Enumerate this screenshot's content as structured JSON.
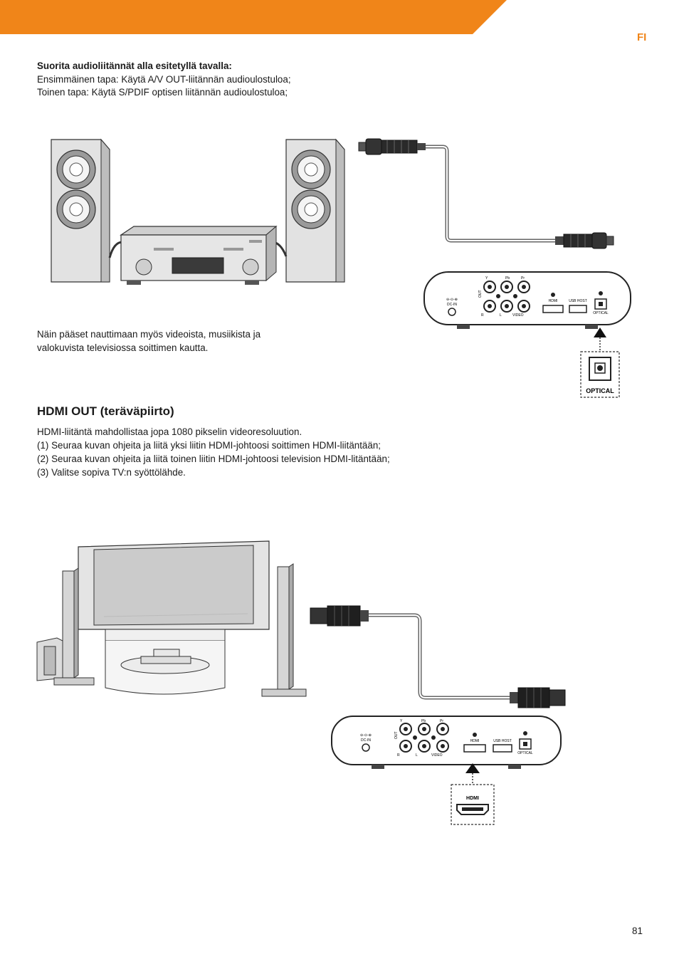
{
  "header": {
    "language_code": "FI",
    "accent_color": "#f08519"
  },
  "audio_section": {
    "heading": "Suorita audioliitännät alla esitetyllä tavalla:",
    "line1": "Ensimmäinen tapa: Käytä A/V OUT-liitännän audioulostuloa;",
    "line2": "Toinen tapa: Käytä S/PDIF optisen liitännän audioulostuloa;",
    "note_line1": "Näin pääset nauttimaan myös videoista, musiikista ja",
    "note_line2": "valokuvista televisiossa soittimen kautta."
  },
  "device_labels": {
    "out": "OUT",
    "dc_in": "DC-IN",
    "dc_symbol": "⊖-⊙-⊕",
    "y": "Y",
    "pb": "Pb",
    "pr": "Pr",
    "r": "R",
    "l": "L",
    "video": "VIDEO",
    "hdmi": "HDMI",
    "usb_host": "USB HOST",
    "optical": "OPTICAL"
  },
  "callouts": {
    "optical": "OPTICAL",
    "hdmi": "HDMI"
  },
  "hdmi_section": {
    "title": "HDMI OUT (teräväpiirto)",
    "line1": "HDMI-liitäntä mahdollistaa jopa 1080 pikselin videoresoluution.",
    "line2": "(1) Seuraa kuvan ohjeita ja liitä yksi liitin HDMI-johtoosi soittimen HDMI-liitäntään;",
    "line3": "(2) Seuraa kuvan ohjeita ja liitä toinen liitin HDMI-johtoosi television HDMI-litäntään;",
    "line4": "(3) Valitse sopiva TV:n syöttölähde."
  },
  "footer": {
    "page_number": "81"
  }
}
